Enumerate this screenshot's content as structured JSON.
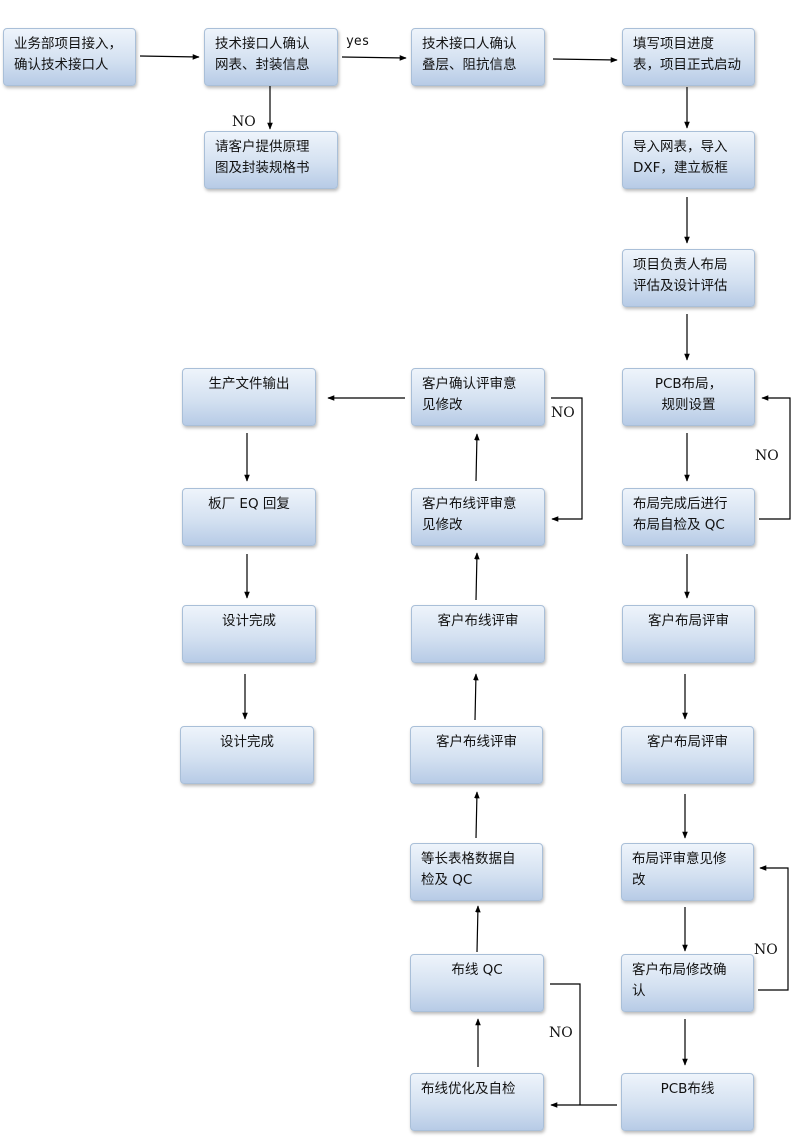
{
  "nodes": {
    "n1": "业务部项目接入，\n确认技术接口人",
    "n2": "技术接口人确认\n网表、封装信息",
    "n3": "请客户提供原理\n图及封装规格书",
    "n4": "技术接口人确认\n叠层、阻抗信息",
    "n5": "填写项目进度\n表，项目正式启动",
    "n6": "导入网表，导入\nDXF，建立板框",
    "n7": "项目负责人布局\n评估及设计评估",
    "n8": "PCB布局，\n规则设置",
    "n9": "布局完成后进行\n布局自检及 QC",
    "n10": "客户布局评审",
    "n11": "客户布局评审",
    "n12": "布局评审意见修\n改",
    "n13": "客户布局修改确\n认",
    "n14": "PCB布线",
    "n15": "布线优化及自检",
    "n16": "布线 QC",
    "n17": "等长表格数据自\n检及 QC",
    "n18": "客户布线评审",
    "n19": "客户布线评审",
    "n20": "客户布线评审意\n见修改",
    "n21": "客户确认评审意\n见修改",
    "n22": "生产文件输出",
    "n23": "板厂 EQ 回复",
    "n24": "设计完成",
    "n25": "设计完成"
  },
  "labels": {
    "yes": "yes",
    "no_1": "NO",
    "no_2": "NO",
    "no_3": "NO",
    "no_4": "NO",
    "no_5": "NO"
  }
}
